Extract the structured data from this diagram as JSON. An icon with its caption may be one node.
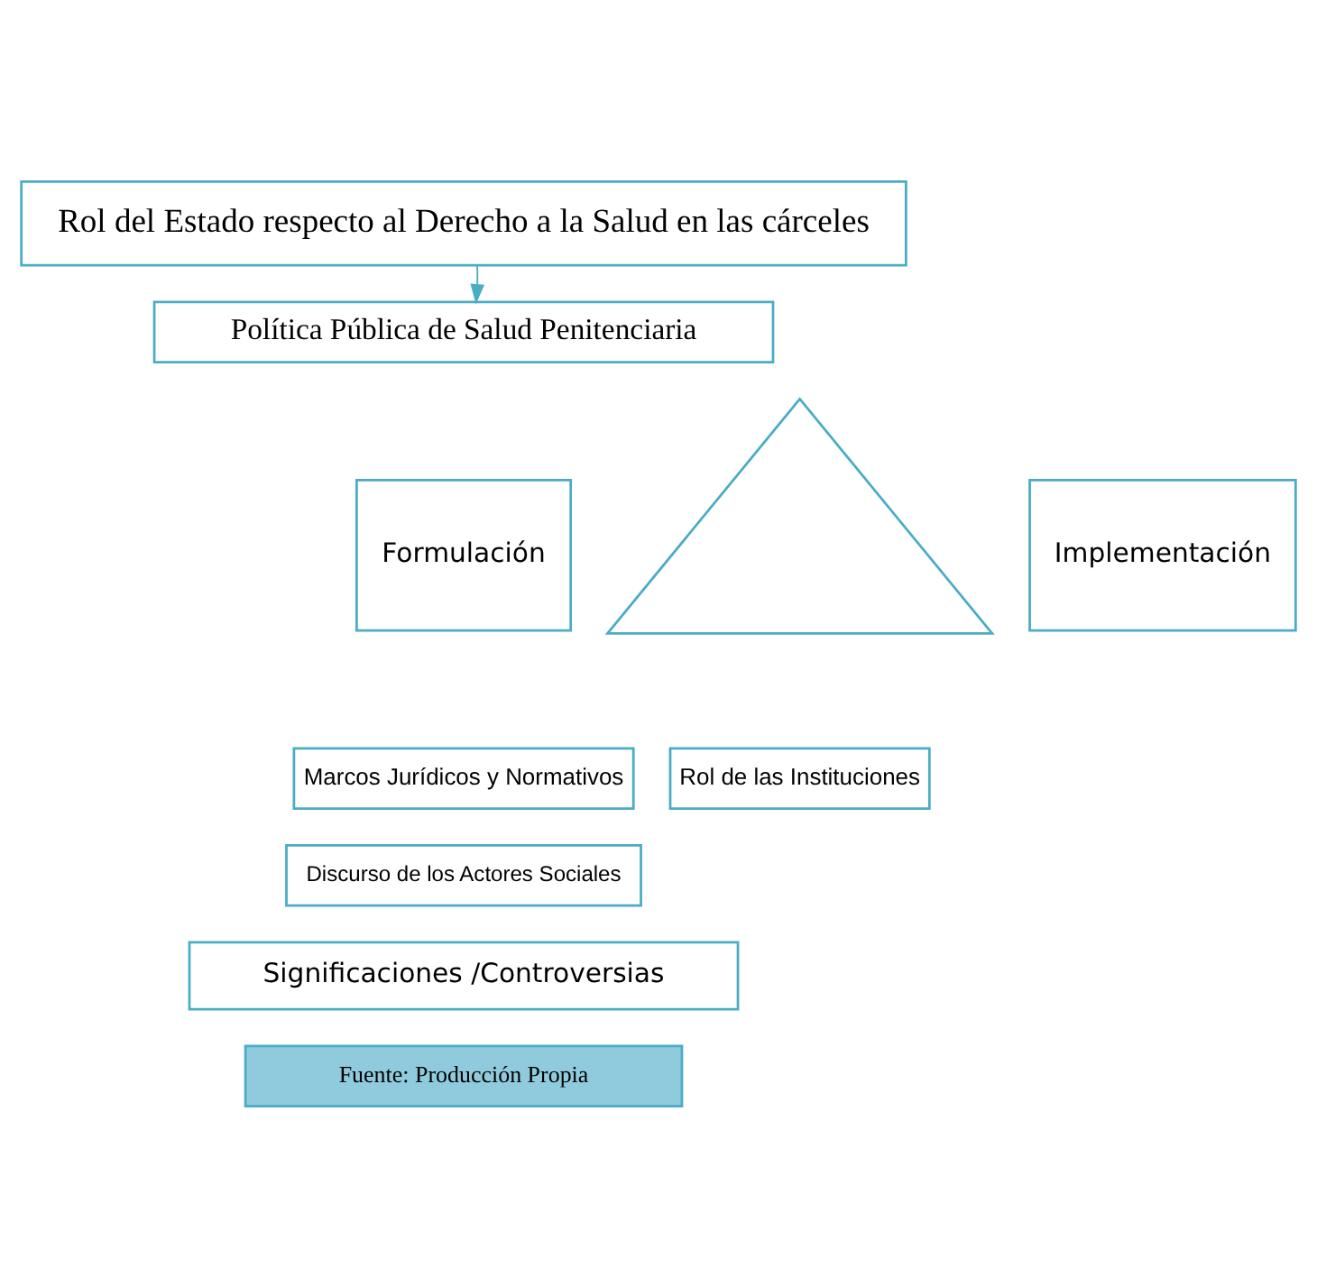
{
  "diagram": {
    "nodes": [
      {
        "text": [
          "Rol del Estado respecto al Derecho a la Salud en las cárceles"
        ]
      },
      {
        "text": [
          "Política Pública de Salud Penitenciaria"
        ]
      },
      {
        "text": [
          "Formulación"
        ]
      },
      {
        "text": [],
        "shape": "triangle"
      },
      {
        "text": [
          "Implementación"
        ]
      },
      {
        "text": [
          "Marcos Jurídicos y Normativos"
        ]
      },
      {
        "text": [
          "Rol de las Instituciones"
        ]
      },
      {
        "text": [
          "Discurso de los Actores Sociales"
        ]
      },
      {
        "text": [
          "Significaciones /Controversias"
        ]
      },
      {
        "text": [
          "Fuente: Producción Propia"
        ]
      }
    ],
    "edges": [
      {
        "from": 0,
        "to": 1,
        "arrow": "to"
      }
    ]
  }
}
